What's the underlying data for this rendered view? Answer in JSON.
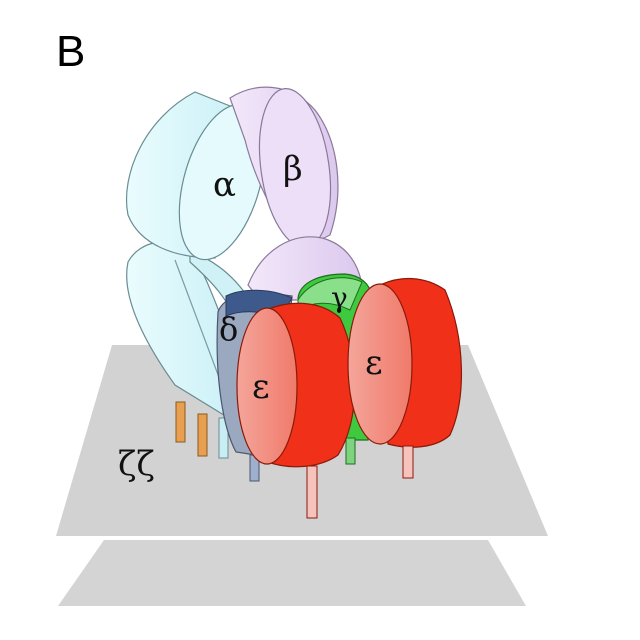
{
  "panel_label": "B",
  "subunits": {
    "alpha": {
      "label": "α",
      "color": "#d8f6fa"
    },
    "beta": {
      "label": "β",
      "color": "#e6d8f4"
    },
    "gamma": {
      "label": "γ",
      "color": "#3ec93e"
    },
    "delta": {
      "label": "δ",
      "color": "#9aa8c0"
    },
    "epsilon_left": {
      "label": "ε",
      "color": "#f03018"
    },
    "epsilon_right": {
      "label": "ε",
      "color": "#f03018"
    },
    "zeta": {
      "label": "ζζ"
    }
  },
  "colors": {
    "membrane": "#d2d2d2",
    "outline": "#555555",
    "zeta_helix": "#e8a050",
    "red_face": "#f49a8e"
  }
}
